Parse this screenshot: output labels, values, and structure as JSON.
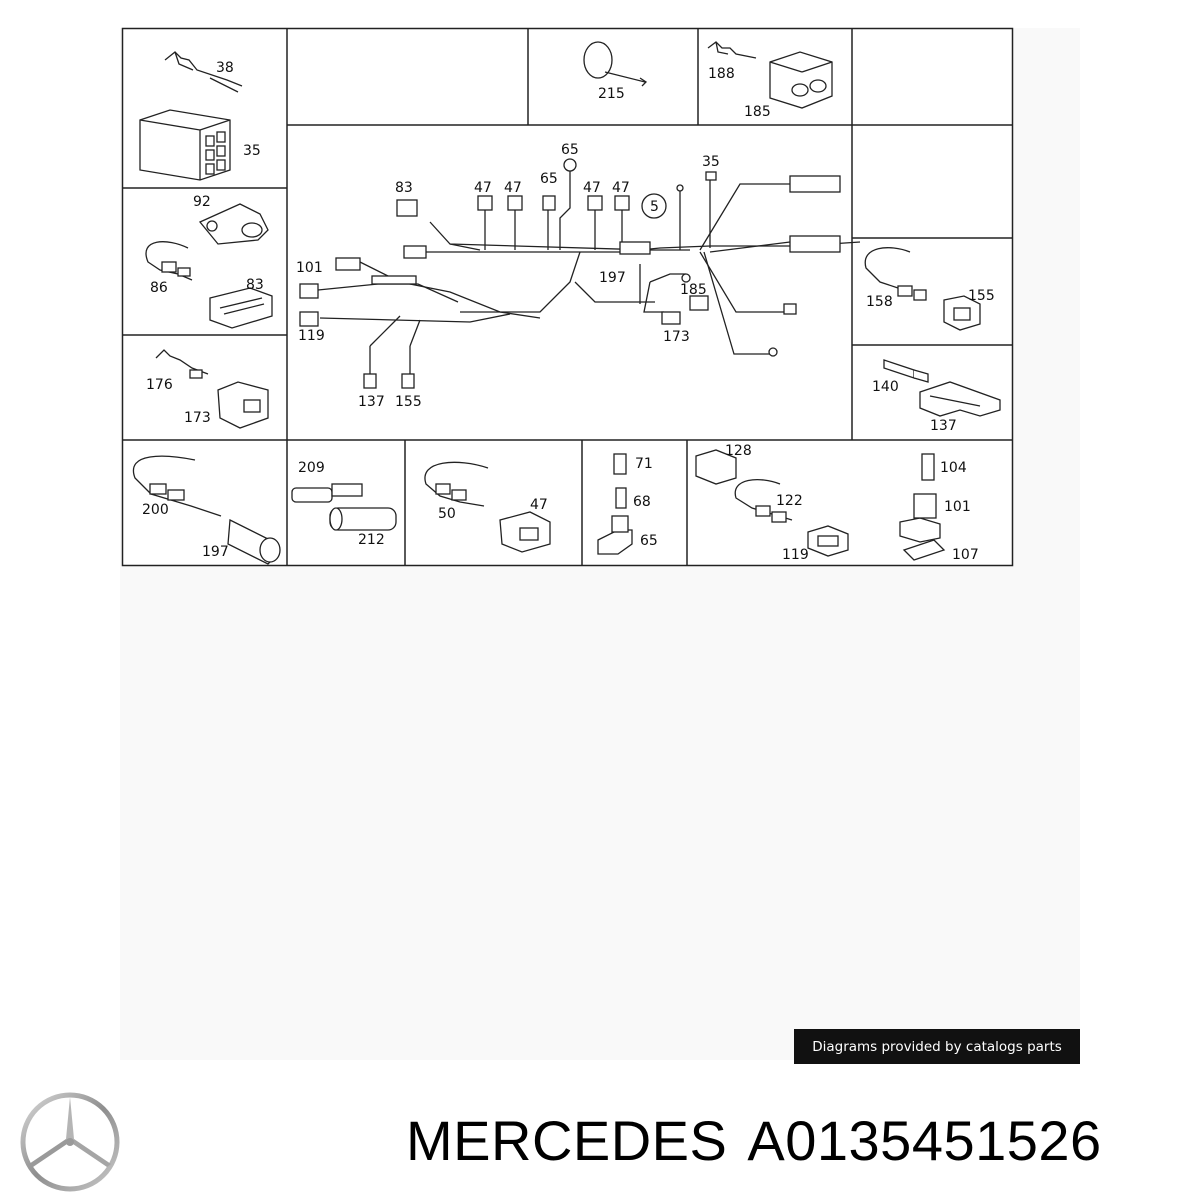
{
  "callouts": {
    "c38": "38",
    "c35a": "35",
    "c215": "215",
    "c188": "188",
    "c185a": "185",
    "c92": "92",
    "c86": "86",
    "c83a": "83",
    "c176": "176",
    "c173a": "173",
    "c83b": "83",
    "c47a": "47",
    "c47b": "47",
    "c65a": "65",
    "c65b": "65",
    "c47c": "47",
    "c47d": "47",
    "c5": "5",
    "c35b": "35",
    "c101a": "101",
    "c119a": "119",
    "c197a": "197",
    "c185b": "185",
    "c173b": "173",
    "c137a": "137",
    "c155a": "155",
    "c158": "158",
    "c155b": "155",
    "c140": "140",
    "c137b": "137",
    "c200": "200",
    "c197b": "197",
    "c209": "209",
    "c212": "212",
    "c50": "50",
    "c47e": "47",
    "c71": "71",
    "c68": "68",
    "c65c": "65",
    "c128": "128",
    "c122": "122",
    "c119b": "119",
    "c104": "104",
    "c101b": "101",
    "c107": "107"
  },
  "credit": "Diagrams provided by catalogs parts",
  "footer": {
    "brand": "MERCEDES",
    "part_number": "A0135451526"
  },
  "logo_icon": "mercedes-star-icon"
}
